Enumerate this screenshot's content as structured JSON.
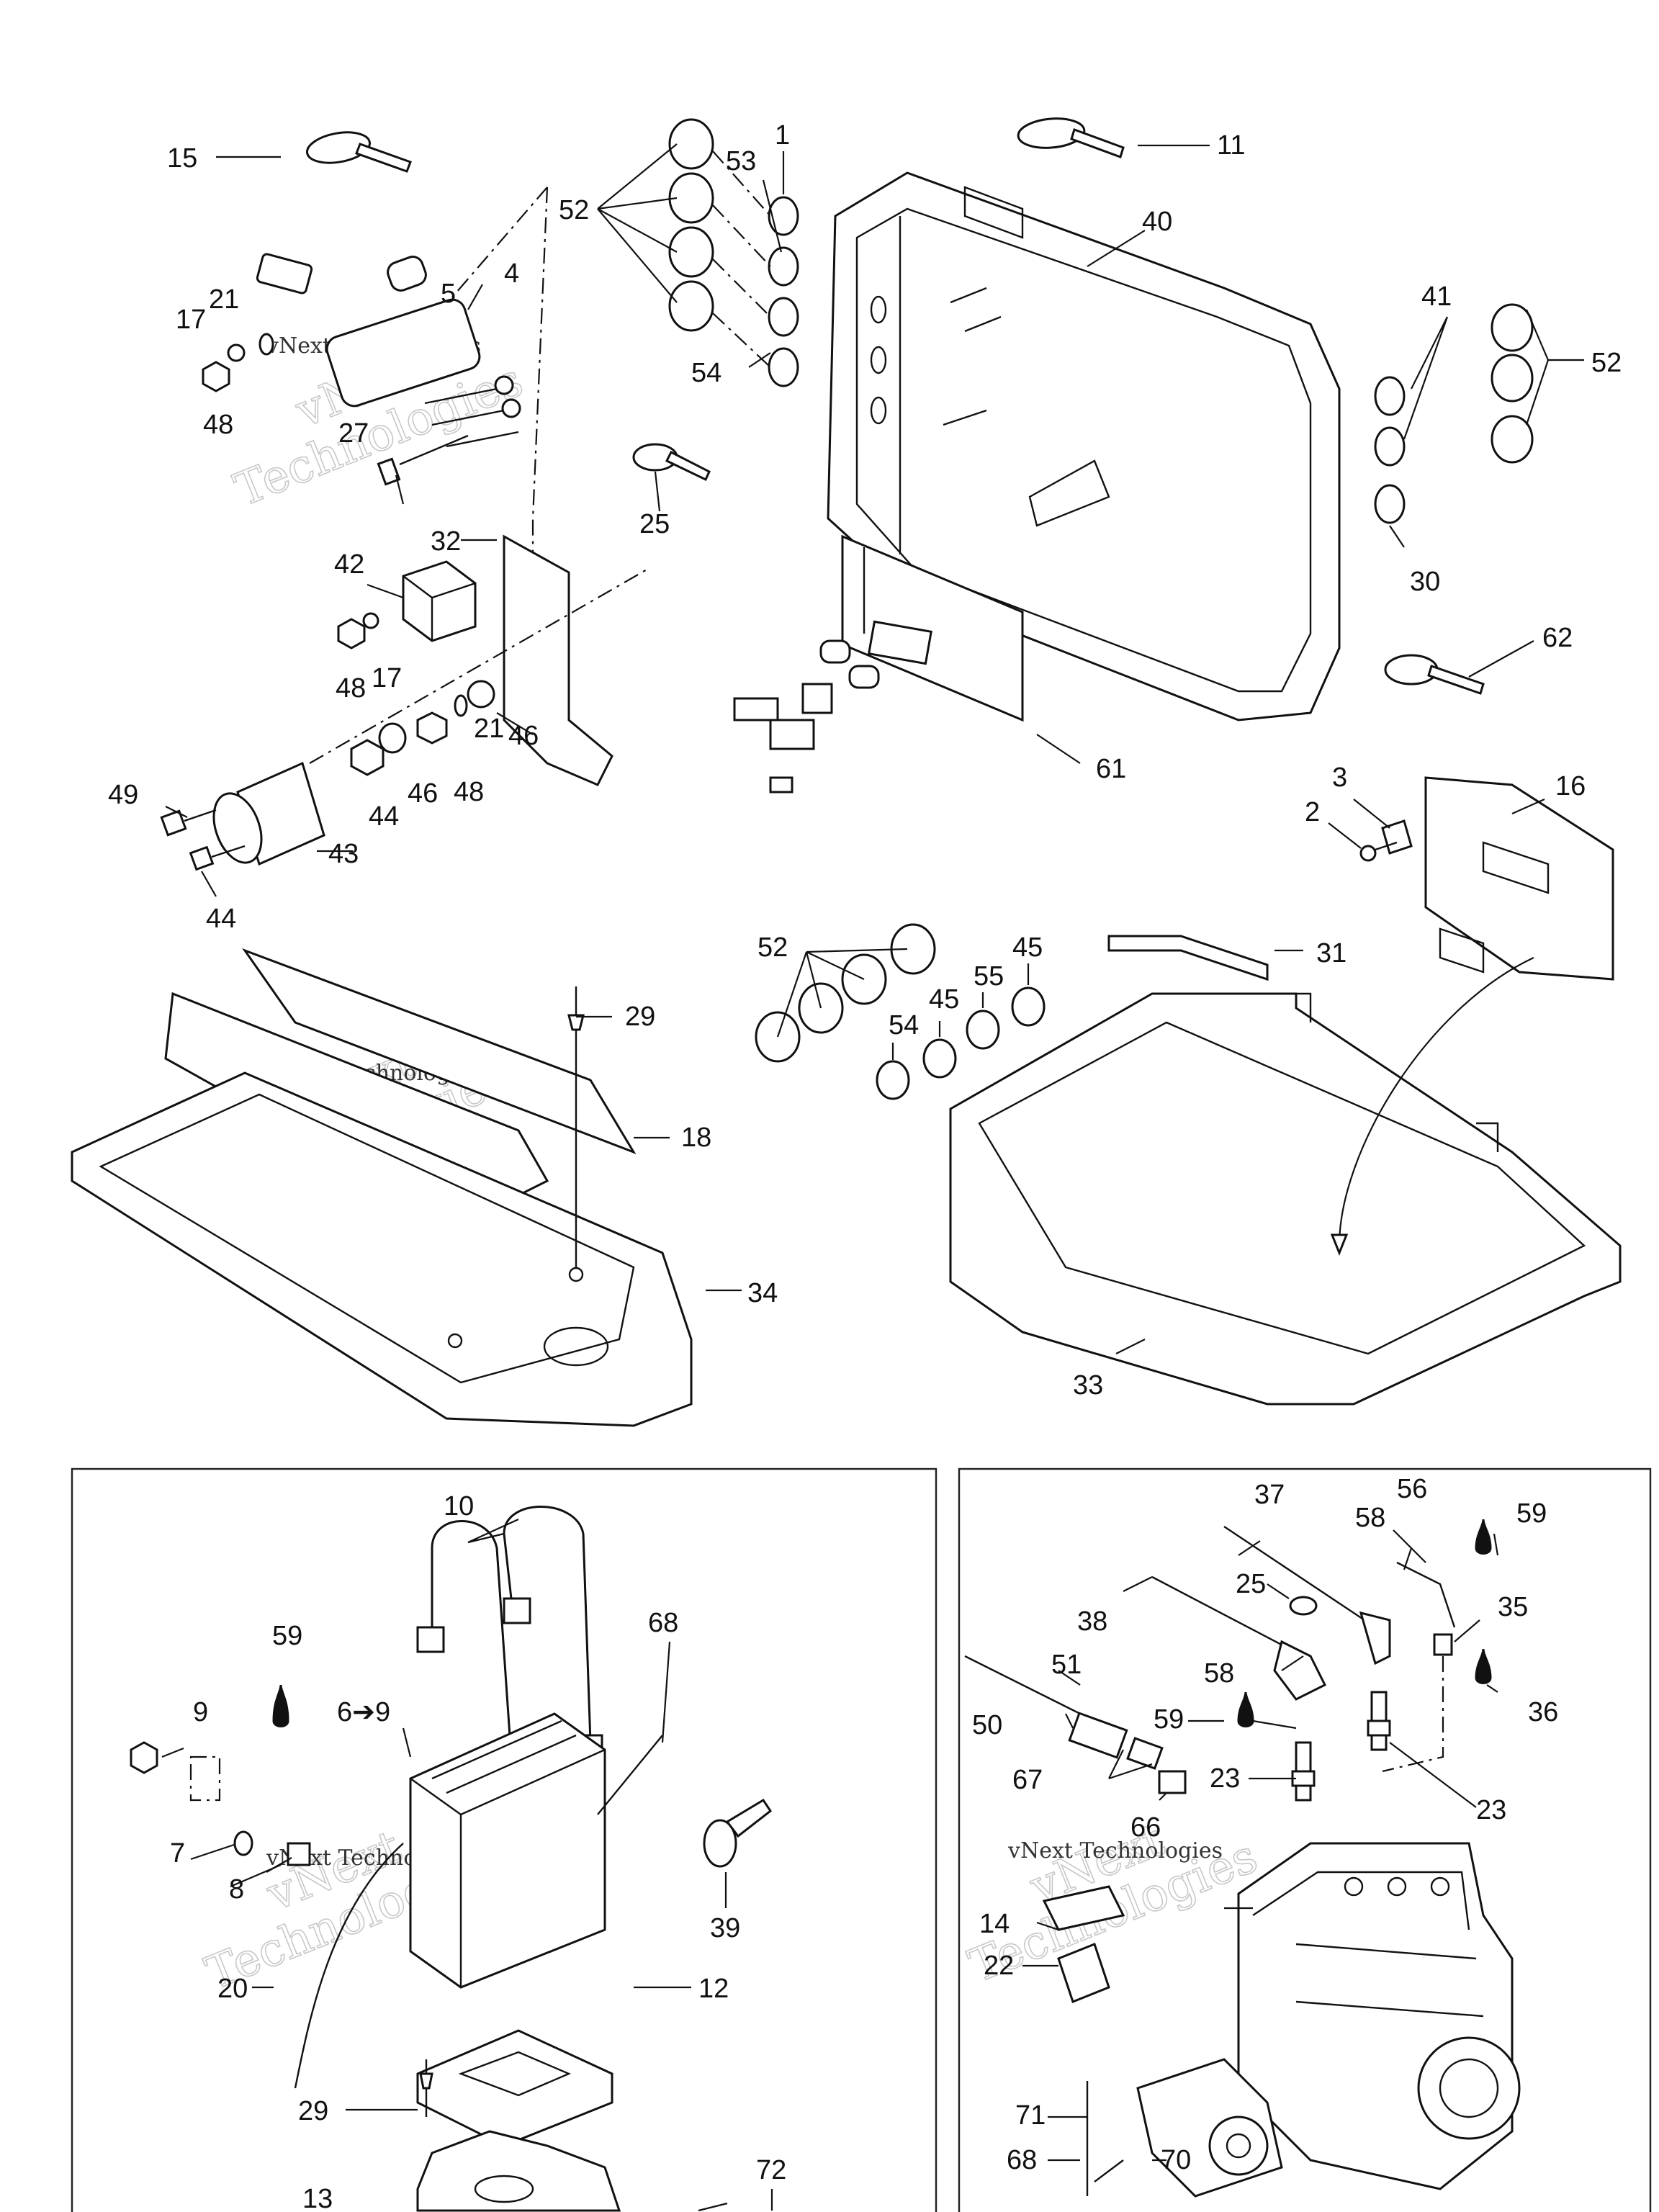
{
  "watermark": {
    "line1": "vNext",
    "line2": "Technologies",
    "caption": "vNext Technologies"
  },
  "callouts": {
    "c1": "1",
    "c2": "2",
    "c3": "3",
    "c4": "4",
    "c5": "5",
    "c6": "6➔9",
    "c7": "7",
    "c8": "8",
    "c9": "9",
    "c10": "10",
    "c11": "11",
    "c12": "12",
    "c13": "13",
    "c14": "14",
    "c15": "15",
    "c16": "16",
    "c17a": "17",
    "c17b": "17",
    "c18": "18",
    "c20": "20",
    "c21a": "21",
    "c21b": "21",
    "c22": "22",
    "c23a": "23",
    "c23b": "23",
    "c25a": "25",
    "c25b": "25",
    "c27": "27",
    "c29a": "29",
    "c29b": "29",
    "c30": "30",
    "c31": "31",
    "c32": "32",
    "c33": "33",
    "c34": "34",
    "c35": "35",
    "c36": "36",
    "c37": "37",
    "c38": "38",
    "c39": "39",
    "c40": "40",
    "c41": "41",
    "c42": "42",
    "c43": "43",
    "c44a": "44",
    "c44b": "44",
    "c45a": "45",
    "c45b": "45",
    "c46a": "46",
    "c46b": "46",
    "c48a": "48",
    "c48b": "48",
    "c48c": "48",
    "c49": "49",
    "c50": "50",
    "c51": "51",
    "c52a": "52",
    "c52b": "52",
    "c52c": "52",
    "c53": "53",
    "c54a": "54",
    "c54b": "54",
    "c55": "55",
    "c56": "56",
    "c58a": "58",
    "c58b": "58",
    "c59a": "59",
    "c59b": "59",
    "c59c": "59",
    "c61": "61",
    "c62": "62",
    "c66": "66",
    "c67": "67",
    "c68a": "68",
    "c68b": "68",
    "c70": "70",
    "c71": "71",
    "c72": "72"
  }
}
